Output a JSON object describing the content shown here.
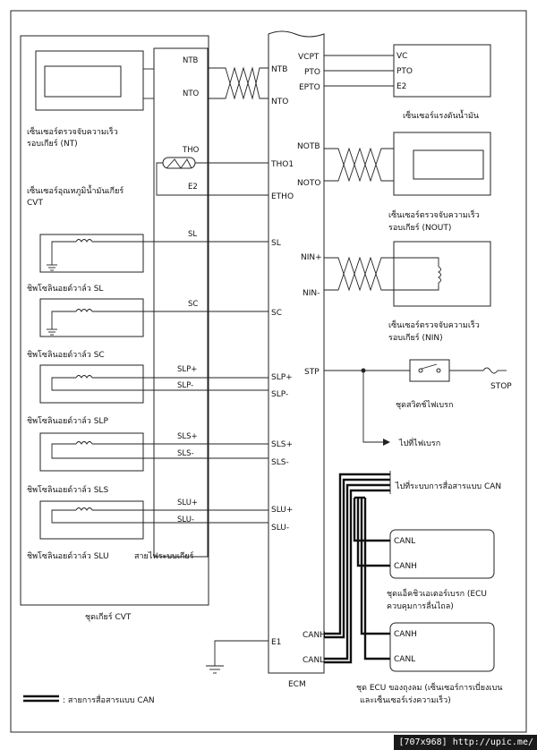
{
  "cvt": {
    "group_label": "ชุดเกียร์ CVT",
    "harness_label": "สายไฟระบบเกียร์",
    "sensor_nt": "เซ็นเซอร์ตรวจจับความเร็ว\nรอบเกียร์ (NT)",
    "sensor_oil_temp": "เซ็นเซอร์อุณหภูมิน้ำมันเกียร์\nCVT",
    "sl": "ชิพโซลินอยด์วาล์ว SL",
    "sc": "ชิพโซลินอยด์วาล์ว SC",
    "slp": "ชิพโซลินอยด์วาล์ว SLP",
    "sls": "ชิพโซลินอยด์วาล์ว SLS",
    "slu": "ชิพโซลินอยด์วาล์ว SLU",
    "pins": [
      "NTB",
      "NTO",
      "THO",
      "E2",
      "SL",
      "SC",
      "SLP+",
      "SLP-",
      "SLS+",
      "SLS-",
      "SLU+",
      "SLU-"
    ]
  },
  "ecm": {
    "label": "ECM",
    "left_pins": [
      "NTB",
      "NTO",
      "THO1",
      "ETHO",
      "SL",
      "SC",
      "SLP+",
      "SLP-",
      "SLS+",
      "SLS-",
      "SLU+",
      "SLU-",
      "E1"
    ],
    "right_pins": [
      "VCPT",
      "PTO",
      "EPTO",
      "NOTB",
      "NOTO",
      "NIN+",
      "NIN-",
      "STP",
      "CANH",
      "CANL"
    ]
  },
  "right": {
    "oil_pressure_pins": [
      "VC",
      "PTO",
      "E2"
    ],
    "oil_pressure_label": "เซ็นเซอร์แรงดันน้ำมัน",
    "nout_label": "เซ็นเซอร์ตรวจจับความเร็ว\nรอบเกียร์ (NOUT)",
    "nin_label": "เซ็นเซอร์ตรวจจับความเร็ว\nรอบเกียร์ (NIN)",
    "stop_switch_label": "ชุดสวิตช์ไฟเบรก",
    "stop": "STOP",
    "to_brake_light": "ไปที่ไฟเบรก",
    "to_can": "ไปที่ระบบการสื่อสารแบบ CAN",
    "brake_actuator_pins": [
      "CANL",
      "CANH"
    ],
    "brake_actuator_label": "ชุดแอ็คชิวเอเตอร์เบรก (ECU\nควบคุมการลื่นไถล)",
    "airbag_pins": [
      "CANH",
      "CANL"
    ],
    "airbag_label": "ชุด ECU ของถุงลม (เซ็นเซอร์การเบี่ยงเบน\nและเซ็นเซอร์เร่งความเร็ว)"
  },
  "legend": ": สายการสื่อสารแบบ CAN",
  "badge": "[707x968] http://upic.me/"
}
